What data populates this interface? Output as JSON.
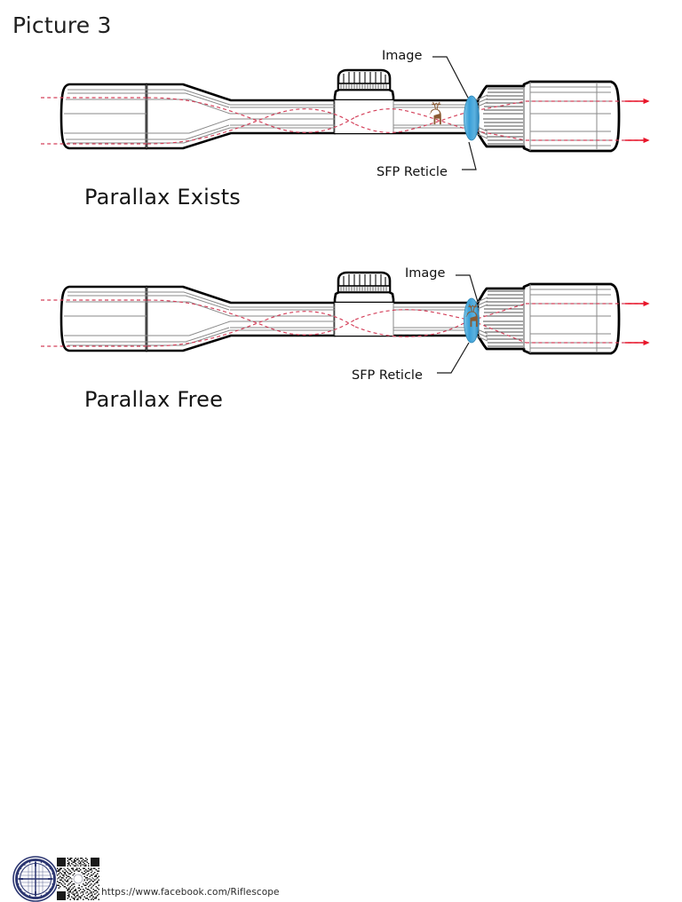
{
  "page": {
    "title": "Picture 3"
  },
  "diagrams": [
    {
      "caption": "Parallax Exists",
      "labels": {
        "image": "Image",
        "reticle": "SFP Reticle"
      },
      "icons": {
        "target": "deer-icon",
        "lens": "reticle-lens-icon",
        "turret": "elevation-turret-icon",
        "ray_arrow": "ray-arrow-icon"
      }
    },
    {
      "caption": "Parallax Free",
      "labels": {
        "image": "Image",
        "reticle": "SFP Reticle"
      },
      "icons": {
        "target": "deer-icon",
        "lens": "reticle-lens-icon",
        "turret": "elevation-turret-icon",
        "ray_arrow": "ray-arrow-icon"
      }
    }
  ],
  "footer": {
    "url": "https://www.facebook.com/Riflescope",
    "logo_name": "riflescope-reticle-logo",
    "qr_name": "qr-code"
  },
  "colors": {
    "outline": "#000000",
    "body_line": "#808080",
    "ray": "#d4405a",
    "ray_arrow": "#e8152a",
    "lens_blue": "#3a9fd8",
    "deer_brown": "#8a5a32",
    "logo_navy": "#2b3570",
    "text": "#151515",
    "background": "#ffffff"
  }
}
